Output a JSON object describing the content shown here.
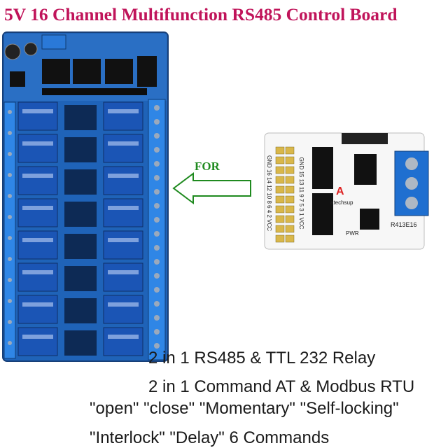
{
  "title": {
    "text": "5V 16 Channel Multifunction RS485 Control Board",
    "color": "#c0145a"
  },
  "arrow_label": {
    "text": "FOR",
    "color": "#1f8a1f"
  },
  "small_board": {
    "brand_text": "atechsup",
    "model_text": "R413E16",
    "pwr_text": "PWR",
    "pin_labels_left": "GND 16 14 12 10 8 6 4 2 VCC",
    "pin_labels_right": "GND 15 13 11 9 7 5 3 1 VCC"
  },
  "relay_board": {
    "channels": 16
  },
  "description": {
    "line1": "2 in 1 RS485 & TTL 232 Relay",
    "line2": "2 in 1 Command AT & Modbus RTU",
    "line3": "\"open\" \"close\"  \"Momentary\" \"Self-locking\"",
    "line4": "\"Interlock\" \"Delay\" 6 Commands"
  }
}
